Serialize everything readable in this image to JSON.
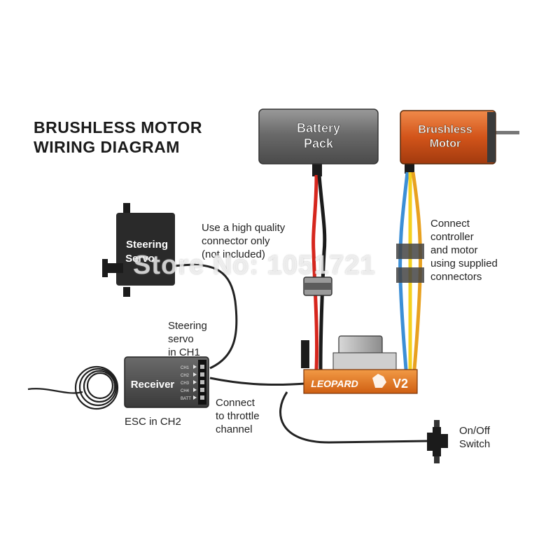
{
  "title": {
    "line1": "BRUSHLESS MOTOR",
    "line2": "WIRING DIAGRAM"
  },
  "components": {
    "battery": {
      "line1": "Battery",
      "line2": "Pack"
    },
    "motor": {
      "line1": "Brushless",
      "line2": "Motor"
    },
    "servo": {
      "line1": "Steering",
      "line2": "Servo"
    },
    "receiver": {
      "label": "Receiver",
      "channels": [
        "CH1",
        "CH2",
        "CH3",
        "CH4",
        "BATT"
      ]
    },
    "esc": {
      "brand": "LEOPARD",
      "version": "V2"
    }
  },
  "notes": {
    "connector": [
      "Use a high quality",
      "connector only",
      "(not included)"
    ],
    "motor_connect": [
      "Connect",
      "controller",
      "and motor",
      "using supplied",
      "connectors"
    ],
    "steering": [
      "Steering",
      "servo",
      "in CH1"
    ],
    "esc_ch": "ESC in CH2",
    "throttle": [
      "Connect",
      "to throttle",
      "channel"
    ],
    "switch": [
      "On/Off",
      "Switch"
    ]
  },
  "watermark": "Store No: 1051721",
  "colors": {
    "battery_body": "#6d6d6d",
    "motor_body": "#d2541a",
    "esc_body": "#e2761e",
    "receiver_body": "#4f4f4f",
    "wire_red": "#d6261d",
    "wire_yellow": "#f4d11e",
    "wire_blue": "#3c8fd6"
  }
}
